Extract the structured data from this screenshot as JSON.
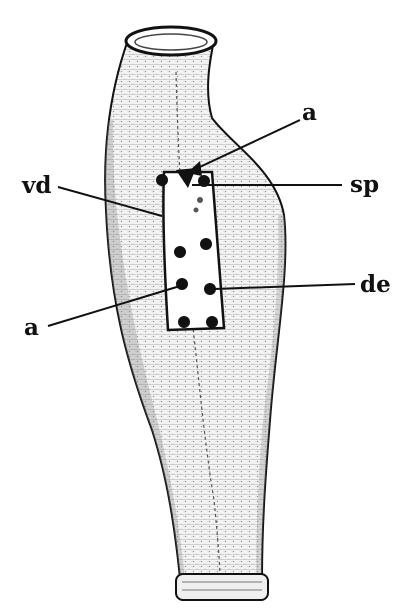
{
  "labels": {
    "a_top": "a",
    "vd": "vd",
    "sp": "sp",
    "de": "de",
    "a_bottom": "a"
  },
  "colors": {
    "ink": "#111111",
    "body_fill": "#f3f3f3",
    "background": "#ffffff"
  }
}
